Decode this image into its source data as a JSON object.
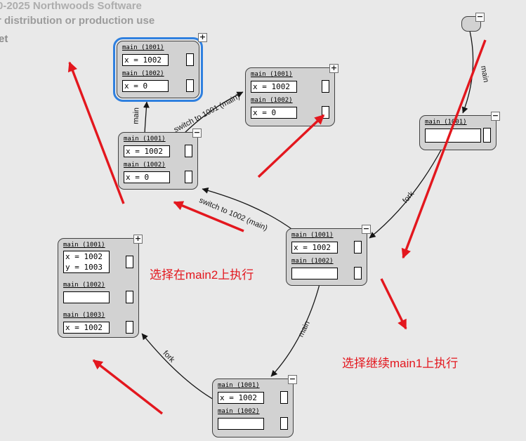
{
  "watermark": {
    "line1": "0-2025 Northwoods Software",
    "line2": "r distribution or production use",
    "line3": "et"
  },
  "annotations": {
    "label_main2": "选择在main2上执行",
    "label_main1": "选择继续main1上执行"
  },
  "edges": [
    {
      "label": "main"
    },
    {
      "label": "fork"
    },
    {
      "label": "switch to 1002 (main)"
    },
    {
      "label": "switch to 1001 (main)"
    },
    {
      "label": "main"
    },
    {
      "label": "main"
    },
    {
      "label": "fork"
    }
  ],
  "nodes": {
    "start": {
      "badge": "−"
    },
    "n1": {
      "badge": "+",
      "threads": [
        {
          "label": "main (1001)",
          "value": "x = 1002"
        },
        {
          "label": "main (1002)",
          "value": "x = 0"
        }
      ]
    },
    "n2": {
      "badge": "+",
      "threads": [
        {
          "label": "main (1001)",
          "value": "x = 1002"
        },
        {
          "label": "main (1002)",
          "value": "x = 0"
        }
      ]
    },
    "n3": {
      "badge": "−",
      "threads": [
        {
          "label": "main (1001)",
          "value": "x = 1002"
        },
        {
          "label": "main (1002)",
          "value": "x = 0"
        }
      ]
    },
    "n4": {
      "badge": "−",
      "threads": [
        {
          "label": "main (1001)",
          "value": ""
        }
      ]
    },
    "n5": {
      "badge": "−",
      "threads": [
        {
          "label": "main (1001)",
          "value": "x = 1002"
        },
        {
          "label": "main (1002)",
          "value": ""
        }
      ]
    },
    "n6": {
      "badge": "+",
      "threads": [
        {
          "label": "main (1001)",
          "value": "x = 1002",
          "value2": "y = 1003"
        },
        {
          "label": "main (1002)",
          "value": ""
        },
        {
          "label": "main (1003)",
          "value": "x = 1002"
        }
      ]
    },
    "n7": {
      "badge": "−",
      "threads": [
        {
          "label": "main (1001)",
          "value": "x = 1002"
        },
        {
          "label": "main (1002)",
          "value": ""
        }
      ]
    }
  },
  "colors": {
    "annotation_red": "#e3171e",
    "selection_blue": "#2f80df",
    "node_fill": "#d2d2d2",
    "link_black": "#151515",
    "canvas_bg": "#e9e9e9"
  }
}
